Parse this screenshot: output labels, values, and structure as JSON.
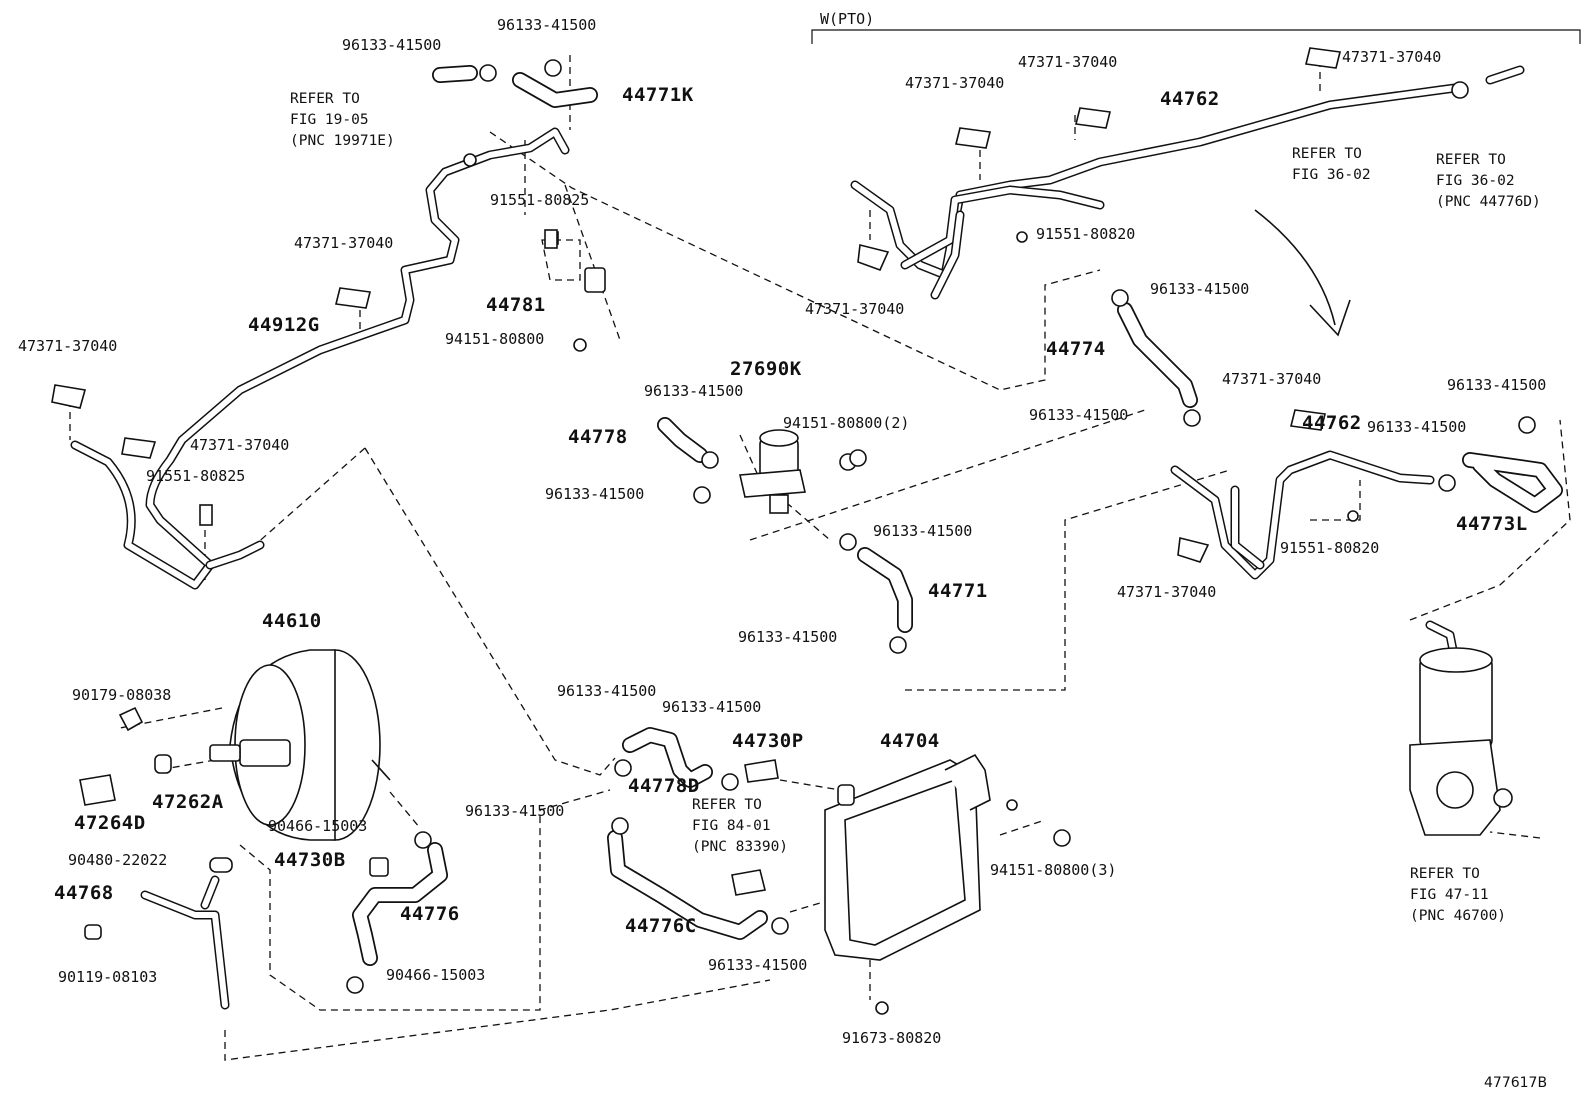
{
  "labels": {
    "pto": "W(PTO)",
    "l01": "96133-41500",
    "l02": "96133-41500",
    "l03": "44771K",
    "ref1a": "REFER TO",
    "ref1b": "FIG 19-05",
    "ref1c": "(PNC 19971E)",
    "l04": "91551-80825",
    "l05": "47371-37040",
    "l06": "44912G",
    "l07": "44781",
    "l08": "94151-80800",
    "l09": "47371-37040",
    "l10": "47371-37040",
    "l11": "91551-80825",
    "l12": "47371-37040",
    "l13": "47371-37040",
    "l14": "47371-37040",
    "l15": "44762",
    "ref2a": "REFER TO",
    "ref2b": "FIG 36-02",
    "ref3a": "REFER TO",
    "ref3b": "FIG 36-02",
    "ref3c": "(PNC 44776D)",
    "l16": "91551-80820",
    "l17": "96133-41500",
    "l18": "47371-37040",
    "l19": "44774",
    "l20": "27690K",
    "l21": "47371-37040",
    "l22": "96133-41500",
    "l23": "96133-41500",
    "l24": "96133-41500",
    "l25": "44762",
    "l26": "96133-41500",
    "l27": "94151-80800(2)",
    "l28": "44778",
    "l29": "96133-41500",
    "l30": "44773L",
    "l31": "96133-41500",
    "l32": "91551-80820",
    "l33": "47371-37040",
    "l34": "44771",
    "l35": "96133-41500",
    "l36": "44610",
    "l37": "90179-08038",
    "l38": "47262A",
    "l39": "47264D",
    "l40": "90466-15003",
    "l41": "90480-22022",
    "l42": "44730B",
    "l43": "44768",
    "l44": "44776",
    "l45": "90466-15003",
    "l46": "90119-08103",
    "l47": "96133-41500",
    "l48": "96133-41500",
    "l49": "44730P",
    "l50": "44704",
    "l51": "44778D",
    "ref4a": "REFER TO",
    "ref4b": "FIG 84-01",
    "ref4c": "(PNC 83390)",
    "l52": "96133-41500",
    "l53": "94151-80800(3)",
    "l54": "44776C",
    "l55": "96133-41500",
    "l56": "91673-80820",
    "ref5a": "REFER TO",
    "ref5b": "FIG 47-11",
    "ref5c": "(PNC 46700)",
    "diagram_id": "477617B"
  }
}
